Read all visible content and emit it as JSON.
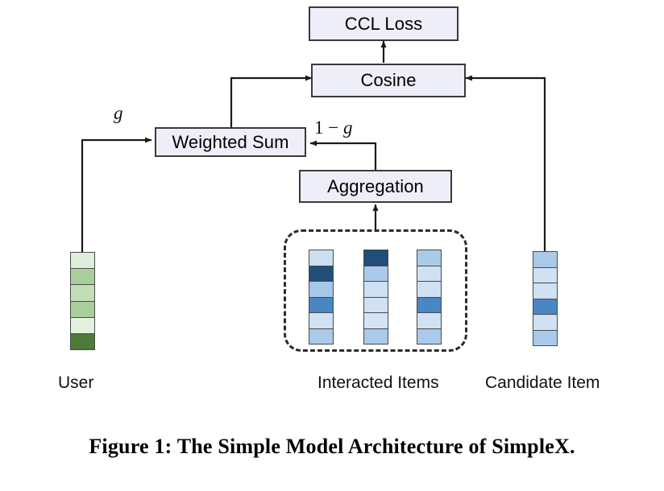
{
  "figure": {
    "caption": "Figure 1: The Simple Model Architecture of SimpleX.",
    "accent_box_fill": "#eeeef8",
    "accent_box_stroke": "#3a3a3a",
    "arrow_color": "#1a1a1a",
    "dashed_color": "#2b2b2b"
  },
  "nodes": {
    "ccl_loss": {
      "label": "CCL Loss"
    },
    "cosine": {
      "label": "Cosine"
    },
    "weighted_sum": {
      "label": "Weighted Sum"
    },
    "aggregation": {
      "label": "Aggregation"
    }
  },
  "edge_labels": {
    "gate_g": "g",
    "gate_one_minus_g_prefix": "1",
    "gate_one_minus_g_op": " − ",
    "gate_one_minus_g_suffix": "g"
  },
  "vectors": {
    "user": {
      "label": "User",
      "cells": [
        "#dfeedc",
        "#a8cf9a",
        "#c3ddb6",
        "#a8cf9a",
        "#e3f0e0",
        "#4e7a3a"
      ]
    },
    "interacted_items": {
      "label": "Interacted Items",
      "columns": [
        {
          "cells": [
            "#ccdff0",
            "#1f4e79",
            "#a6c8e8",
            "#4a85c4",
            "#cfe1f2",
            "#a9cae9"
          ]
        },
        {
          "cells": [
            "#1f4e79",
            "#a9cae9",
            "#cfe1f2",
            "#cfe1f2",
            "#d4e4f4",
            "#a9cae9"
          ]
        },
        {
          "cells": [
            "#a9cae9",
            "#cfe1f2",
            "#cfe1f2",
            "#4a85c4",
            "#cfe1f2",
            "#a9cae9"
          ]
        }
      ]
    },
    "candidate_item": {
      "label": "Candidate Item",
      "cells": [
        "#a9cae9",
        "#cfe1f2",
        "#cfe1f2",
        "#4a85c4",
        "#cfe1f2",
        "#a9cae9"
      ]
    }
  }
}
